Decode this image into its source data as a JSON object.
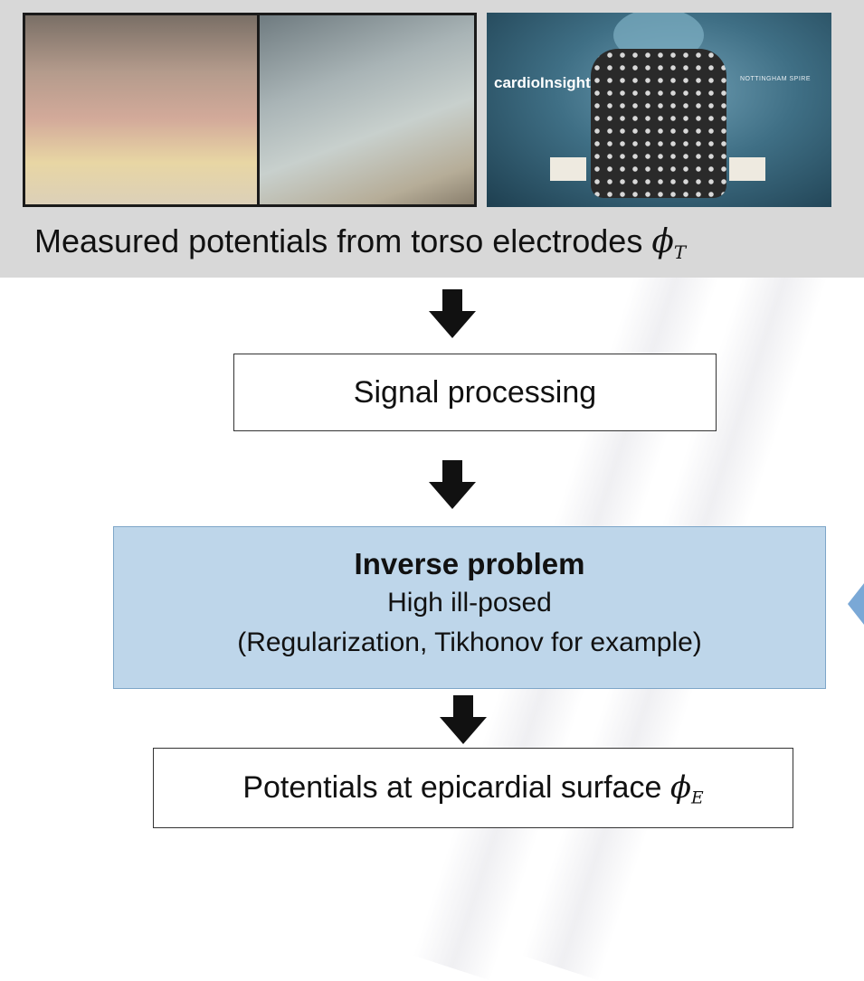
{
  "top_panel": {
    "caption": "Measured potentials from torso electrodes ",
    "caption_symbol": "ϕ",
    "caption_subscript": "T",
    "logo_left": "cardioInsight",
    "logo_right": "NOTTINGHAM SPIRE"
  },
  "flow": {
    "signal_processing": "Signal processing",
    "inverse_problem": {
      "title": "Inverse problem",
      "line1": "High ill-posed",
      "line2": "(Regularization, Tikhonov for example)"
    },
    "output": {
      "text": "Potentials at epicardial surface ",
      "symbol": "ϕ",
      "subscript": "E"
    }
  },
  "colors": {
    "panel_bg": "#d8d8d8",
    "inverse_fill": "#bed6ea",
    "inverse_border": "#7ea6c8",
    "arrow": "#111111",
    "side_arrow": "#7aa8d6"
  }
}
